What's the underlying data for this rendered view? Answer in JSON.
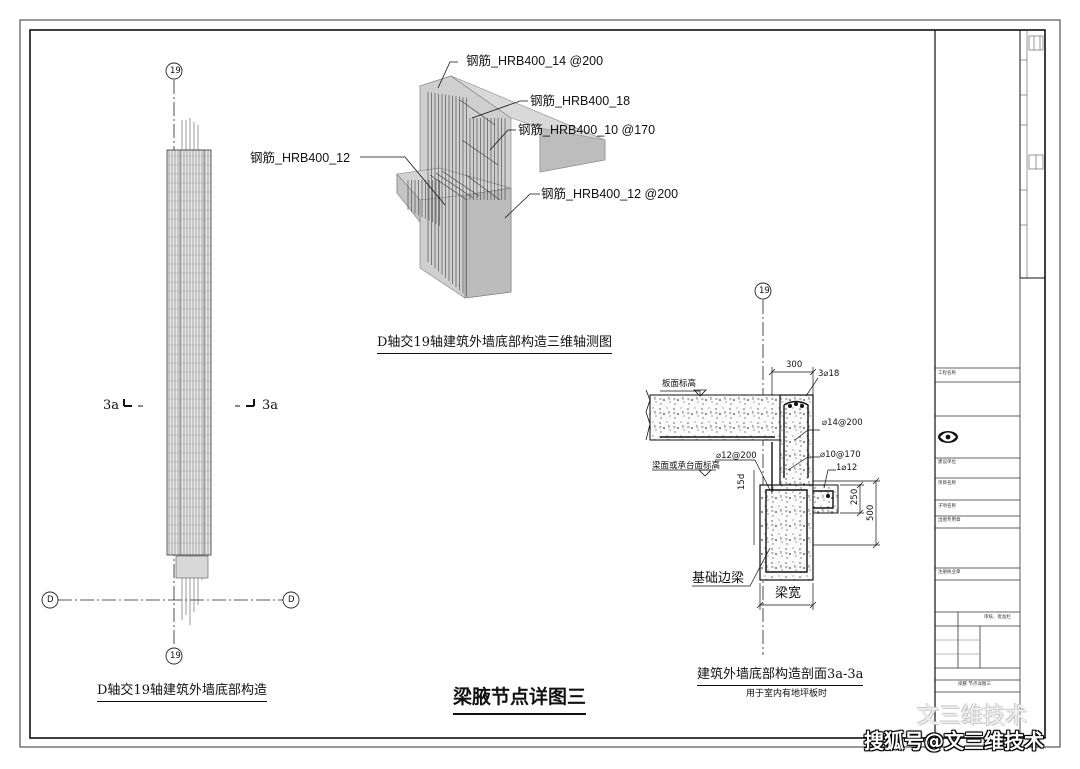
{
  "sheet": {
    "title": "梁腋节点详图三"
  },
  "views": {
    "elevation": {
      "caption": "D轴交19轴建筑外墙底部构造",
      "axis_top": "19",
      "axis_bottom": "19",
      "axis_left": "D",
      "axis_right": "D",
      "section_left": "3a",
      "section_right": "3a"
    },
    "isometric": {
      "caption": "D轴交19轴建筑外墙底部构造三维轴测图",
      "rebar_labels": [
        "钢筋_HRB400_14 @200",
        "钢筋_HRB400_18",
        "钢筋_HRB400_10 @170",
        "钢筋_HRB400_12",
        "钢筋_HRB400_12 @200"
      ]
    },
    "section": {
      "caption": "建筑外墙底部构造剖面3a-3a",
      "subcaption": "用于室内有地坪板时",
      "axis": "19",
      "labels": {
        "dim_300": "300",
        "rebar_3_18": "3⌀18",
        "slab_level": "板面标高",
        "rebar_14_200": "⌀14@200",
        "rebar_12_200": "⌀12@200",
        "rebar_10_170": "⌀10@170",
        "rebar_1_12": "1⌀12",
        "beam_level": "梁面或承台面标高",
        "dim_15d": "15d",
        "dim_250": "250",
        "dim_500": "500",
        "foundation_beam": "基础边梁",
        "beam_width": "梁宽"
      }
    }
  },
  "title_block": {
    "drawing_name_label": "工程名称",
    "row_texts": [
      "建设单位",
      "项目名称",
      "子项名称",
      "出图专用章",
      "注册执业章"
    ],
    "revision_label": "审核、批准栏",
    "drawing_label": "梁腋 节点详图三"
  },
  "watermark": {
    "faint": "文三维技术",
    "bold": "搜狐号@文三维技术"
  }
}
